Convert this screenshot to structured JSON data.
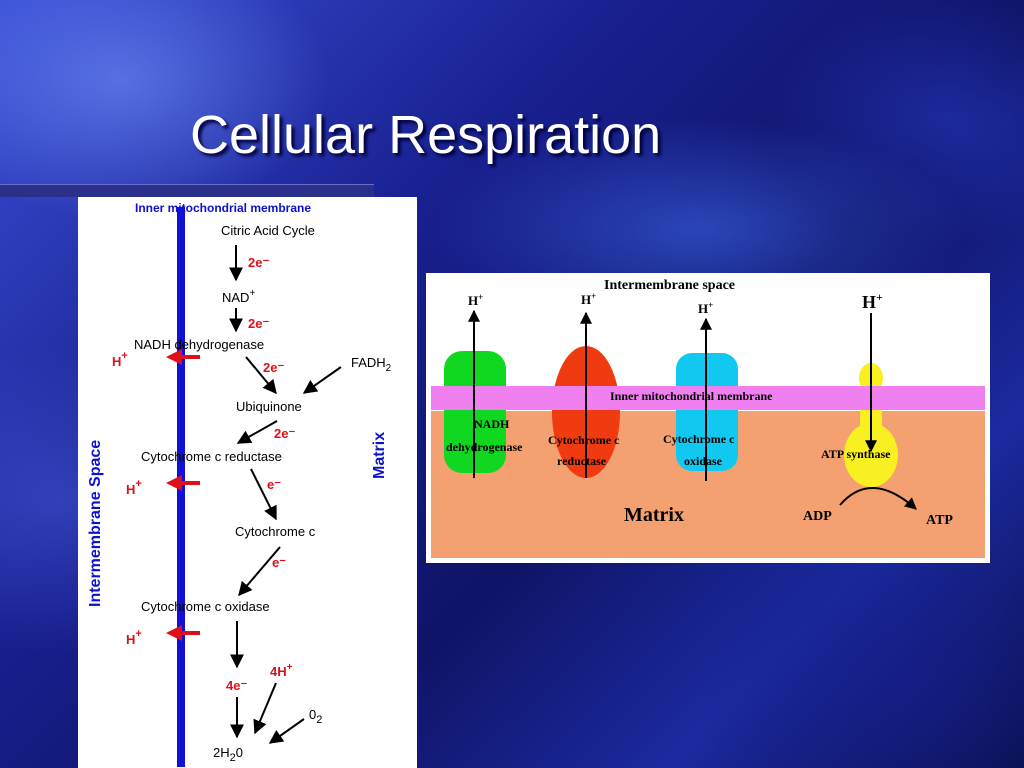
{
  "slide": {
    "title": "Cellular Respiration"
  },
  "left_diagram": {
    "membrane_label": "Inner mitochondrial membrane",
    "left_side_label": "Intermembrane Space",
    "right_side_label": "Matrix",
    "steps": {
      "citric": "Citric Acid Cycle",
      "nad": "NAD",
      "nad_sup": "+",
      "nadh": "NADH dehydrogenase",
      "ubiquinone": "Ubiquinone",
      "fadh": "FADH",
      "fadh_sub": "2",
      "reductase": "Cytochrome c reductase",
      "cytc": "Cytochrome c",
      "oxidase": "Cytochrome c oxidase",
      "water": "2H",
      "water_sub": "2",
      "water_end": "0",
      "o2": "0",
      "o2_sub": "2"
    },
    "electrons": {
      "e1": "2e⁻",
      "e2": "2e⁻",
      "e3": "2e⁻",
      "e4": "2e⁻",
      "e5": "e⁻",
      "e6": "e⁻",
      "e7": "4e⁻",
      "h4": "4H",
      "h4_sup": "+"
    },
    "protons": {
      "p1": "H",
      "p2": "H",
      "p3": "H",
      "sup": "+"
    }
  },
  "right_diagram": {
    "intermembrane": "Intermembrane space",
    "membrane": "Inner mitochondrial membrane",
    "matrix": "Matrix",
    "h_label": "H",
    "h_sup": "+",
    "complex1_a": "NADH",
    "complex1_b": "dehydrogenase",
    "complex2_a": "Cytochrome c",
    "complex2_b": "reductase",
    "complex3_a": "Cytochrome c",
    "complex3_b": "oxidase",
    "atp_synthase": "ATP synthase",
    "adp": "ADP",
    "atp": "ATP",
    "colors": {
      "matrix": "#f4a070",
      "membrane": "#f080f0",
      "complex1": "#10d820",
      "complex2": "#f03a10",
      "complex3": "#10c8f0",
      "synthase": "#f8f020"
    }
  }
}
